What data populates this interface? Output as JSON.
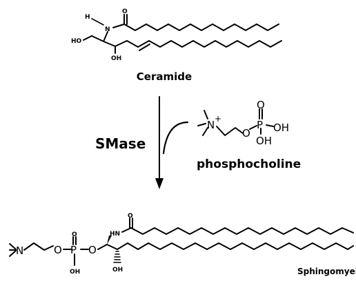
{
  "ceramide": {
    "name": "Ceramide",
    "atoms": {
      "h": "H",
      "n": "N",
      "o": "O",
      "ho": "HO",
      "oh": "OH"
    }
  },
  "reaction": {
    "enzyme": "SMase",
    "byproduct": "phosphocholine"
  },
  "phosphocholine": {
    "atoms": {
      "n_plus": "N",
      "plus": "+",
      "o_bridge": "O",
      "p": "P",
      "o_top": "O",
      "oh_right": "OH",
      "oh_bottom": "OH"
    }
  },
  "sphingomyelin": {
    "name": "Sphingomyelin",
    "atoms": {
      "n": "N",
      "o1": "O",
      "p": "P",
      "o2": "O",
      "o_top": "O",
      "oh_p": "OH",
      "hn": "HN",
      "o_carbonyl": "O",
      "oh": "OH"
    }
  }
}
